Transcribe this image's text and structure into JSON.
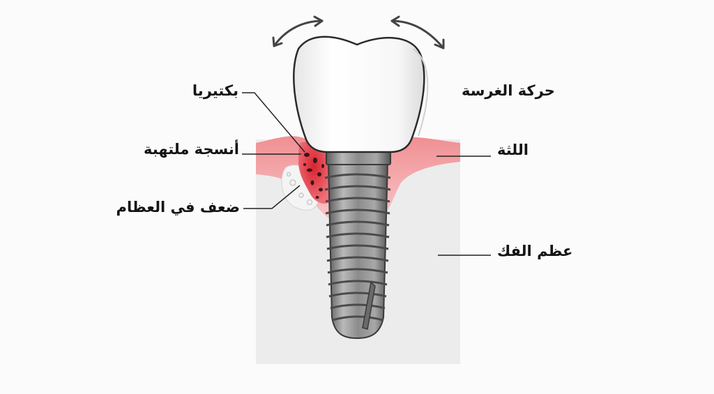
{
  "labels": {
    "bacteria": "بكتيريا",
    "inflamed_tissue": "أنسجة ملتهبة",
    "bone_weakness": "ضعف في العظام",
    "implant_movement": "حركة الغرسة",
    "gum": "اللثة",
    "jaw_bone": "عظم الفك"
  },
  "colors": {
    "background": "#fbfbfb",
    "bone": "#ececec",
    "gum": "#f3a8ab",
    "inflammation": "#e63a48",
    "crown": "#ffffff",
    "implant_metal": "#8c8c8c",
    "outline": "#222222"
  },
  "icons": {
    "left_arrow": "curved-double-arrow-icon",
    "right_arrow": "curved-double-arrow-icon"
  }
}
